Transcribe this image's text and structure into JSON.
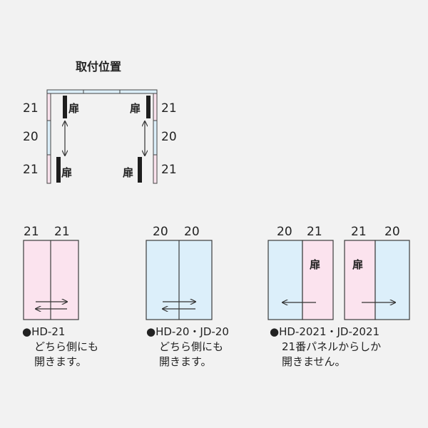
{
  "top_diagram": {
    "title": "取付位置",
    "left_labels": [
      "21",
      "20",
      "21"
    ],
    "right_labels": [
      "21",
      "20",
      "21"
    ],
    "door_label": "扉",
    "colors": {
      "pink": "#fbe3ee",
      "blue": "#dceffa",
      "bar": "#1e1e1e"
    }
  },
  "variants": [
    {
      "panel_labels": [
        "21",
        "21"
      ],
      "door_labels": [],
      "arrow": "both",
      "note_line1": "●HD-21",
      "note_line2": "どちら側にも",
      "note_line3": "開きます。"
    },
    {
      "panel_labels": [
        "20",
        "20"
      ],
      "door_labels": [],
      "arrow": "both",
      "note_line1": "●HD-20・JD-20",
      "note_line2": "どちら側にも",
      "note_line3": "開きます。"
    },
    {
      "panel_labels": [
        "20",
        "21"
      ],
      "door_labels": [
        "扉"
      ],
      "arrow": "left",
      "note_line1": "●HD-2021・JD-2021",
      "note_line2": "21番パネルからしか",
      "note_line3": "開きません。"
    },
    {
      "panel_labels": [
        "21",
        "20"
      ],
      "door_labels": [
        "扉"
      ],
      "arrow": "right",
      "note_line1": "",
      "note_line2": "",
      "note_line3": ""
    }
  ]
}
